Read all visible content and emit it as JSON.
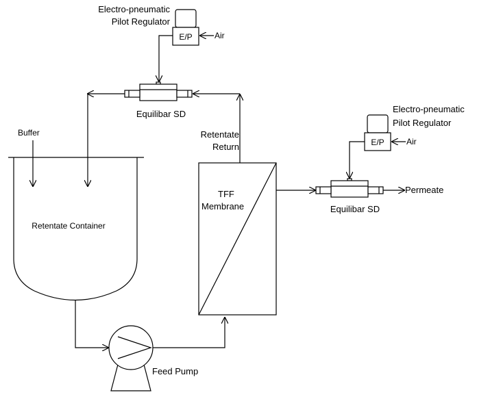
{
  "labels": {
    "ep_regulator_top_line1": "Electro-pneumatic",
    "ep_regulator_top_line2": "Pilot Regulator",
    "ep_top_box": "E/P",
    "air_top": "Air",
    "equilibar_top": "Equilibar SD",
    "buffer": "Buffer",
    "retentate_return_line1": "Retentate",
    "retentate_return_line2": "Return",
    "ep_regulator_right_line1": "Electro-pneumatic",
    "ep_regulator_right_line2": "Pilot Regulator",
    "ep_right_box": "E/P",
    "air_right": "Air",
    "tff_line1": "TFF",
    "tff_line2": "Membrane",
    "permeate": "Permeate",
    "equilibar_right": "Equilibar SD",
    "retentate_container": "Retentate Container",
    "feed_pump": "Feed Pump"
  }
}
